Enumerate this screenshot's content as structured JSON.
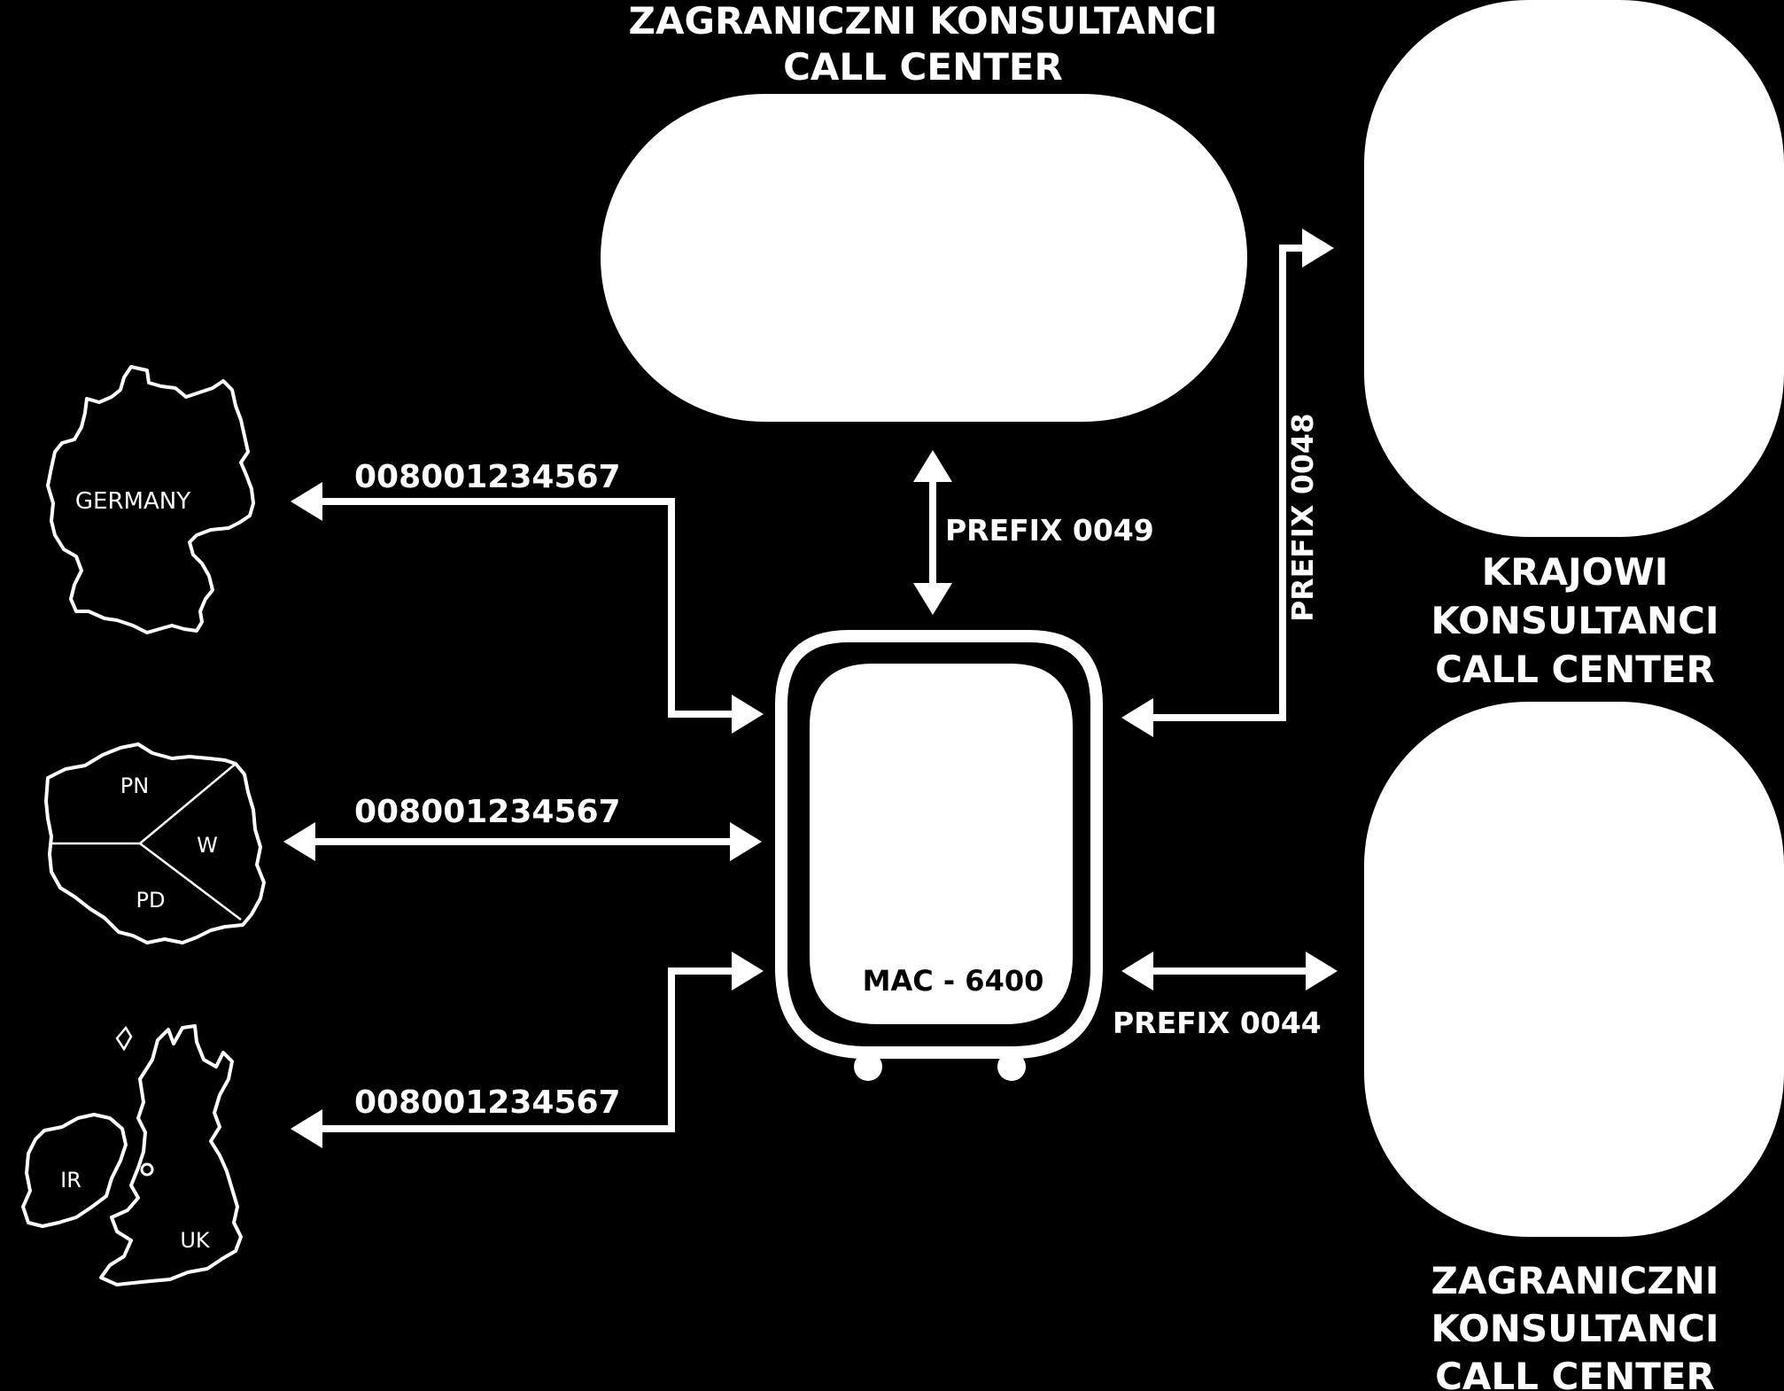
{
  "colors": {
    "background": "#000000",
    "foreground": "#ffffff"
  },
  "top_center": {
    "label_line1": "ZAGRANICZNI KONSULTANCI",
    "label_line2": "CALL CENTER"
  },
  "right_top": {
    "label_line1": "KRAJOWI",
    "label_line2": "KONSULTANCI",
    "label_line3": "CALL CENTER"
  },
  "right_bottom": {
    "label_line1": "ZAGRANICZNI",
    "label_line2": "KONSULTANCI",
    "label_line3": "CALL CENTER"
  },
  "device": {
    "label": "MAC - 6400"
  },
  "countries": {
    "germany": {
      "label": "GERMANY",
      "number": "008001234567"
    },
    "poland": {
      "regions": [
        "PN",
        "W",
        "PD"
      ],
      "number": "008001234567"
    },
    "uk_ireland": {
      "regions": [
        "IR",
        "UK"
      ],
      "number": "008001234567"
    }
  },
  "prefixes": {
    "top": "PREFIX 0049",
    "right_vertical": "PREFIX 0048",
    "right_bottom": "PREFIX 0044"
  }
}
